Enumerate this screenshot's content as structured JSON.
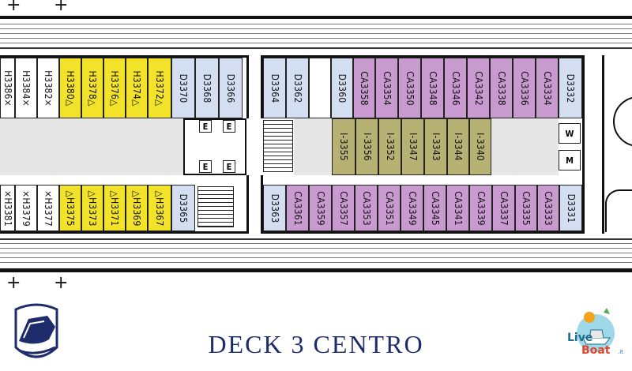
{
  "title": "DECK 3 CENTRO",
  "colors": {
    "inside": "#f2e22a",
    "outside": "#d3dff0",
    "suite": "#c89ad0",
    "interior": "#b7b274"
  },
  "legend_icons": [
    "plus-icon",
    "ship-logo-icon",
    "liveboat-logo-icon"
  ],
  "top_row": [
    "H3386×",
    "H3384×",
    "H3382×",
    "H3380△",
    "H3378△",
    "H3376△",
    "H3374△",
    "H3372△",
    "D3370",
    "D3368",
    "D3366",
    "D3364",
    "D3362",
    "D3360",
    "CA3358",
    "CA3354",
    "CA3350",
    "CA3348",
    "CA3346",
    "CA3342",
    "CA3338",
    "CA3336",
    "CA3334",
    "D3332"
  ],
  "middle_row": [
    "I-3355",
    "I-3356",
    "I-3352",
    "I-3347",
    "I-3343",
    "I-3344",
    "I-3340"
  ],
  "bottom_row": [
    "×H3381",
    "×H3379",
    "×H3377",
    "△H3375",
    "△H3373",
    "△H3371",
    "△H3369",
    "△H3367",
    "D3365",
    "D3363",
    "CA3361",
    "CA3359",
    "CA3357",
    "CA3353",
    "CA3351",
    "CA3349",
    "CA3345",
    "CA3341",
    "CA3339",
    "CA3337",
    "CA3335",
    "CA3333",
    "D3331"
  ],
  "elevator_labels": [
    "E",
    "E",
    "E",
    "E"
  ],
  "washroom_labels": [
    "W",
    "M"
  ]
}
